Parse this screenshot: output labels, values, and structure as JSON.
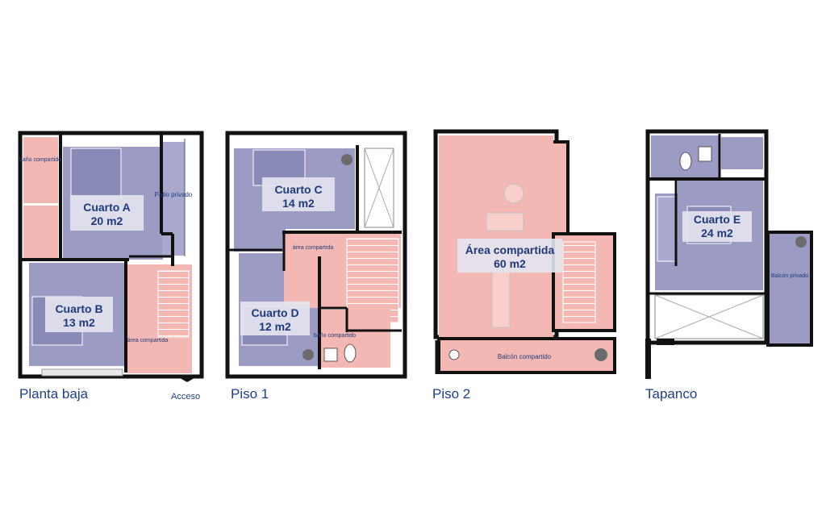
{
  "colors": {
    "bedroom": "#9b9bc4",
    "shared": "#f4b8b4",
    "private_yard": "#a9a9cf",
    "wall": "#111111",
    "label_box": "#e4e4f0",
    "label_text": "#1f3a7a",
    "caption_text": "#1f3f8a"
  },
  "floors": [
    {
      "caption": "Planta baja",
      "rooms": [
        {
          "name": "Cuarto A",
          "area": "20 m2"
        },
        {
          "name": "Cuarto B",
          "area": "13 m2"
        }
      ],
      "labels": {
        "bano": "baño compartido",
        "patio": "Patio privado",
        "area": "área compartida"
      },
      "access": "Acceso"
    },
    {
      "caption": "Piso 1",
      "rooms": [
        {
          "name": "Cuarto C",
          "area": "14 m2"
        },
        {
          "name": "Cuarto D",
          "area": "12 m2"
        }
      ],
      "labels": {
        "area": "área compartida",
        "bano": "baño compartido"
      }
    },
    {
      "caption": "Piso 2",
      "rooms": [
        {
          "name": "Área compartida",
          "area": "60 m2"
        }
      ],
      "labels": {
        "balcon": "Balcón compartido"
      }
    },
    {
      "caption": "Tapanco",
      "rooms": [
        {
          "name": "Cuarto E",
          "area": "24 m2"
        }
      ],
      "labels": {
        "balcon": "Balcón privado"
      }
    }
  ]
}
